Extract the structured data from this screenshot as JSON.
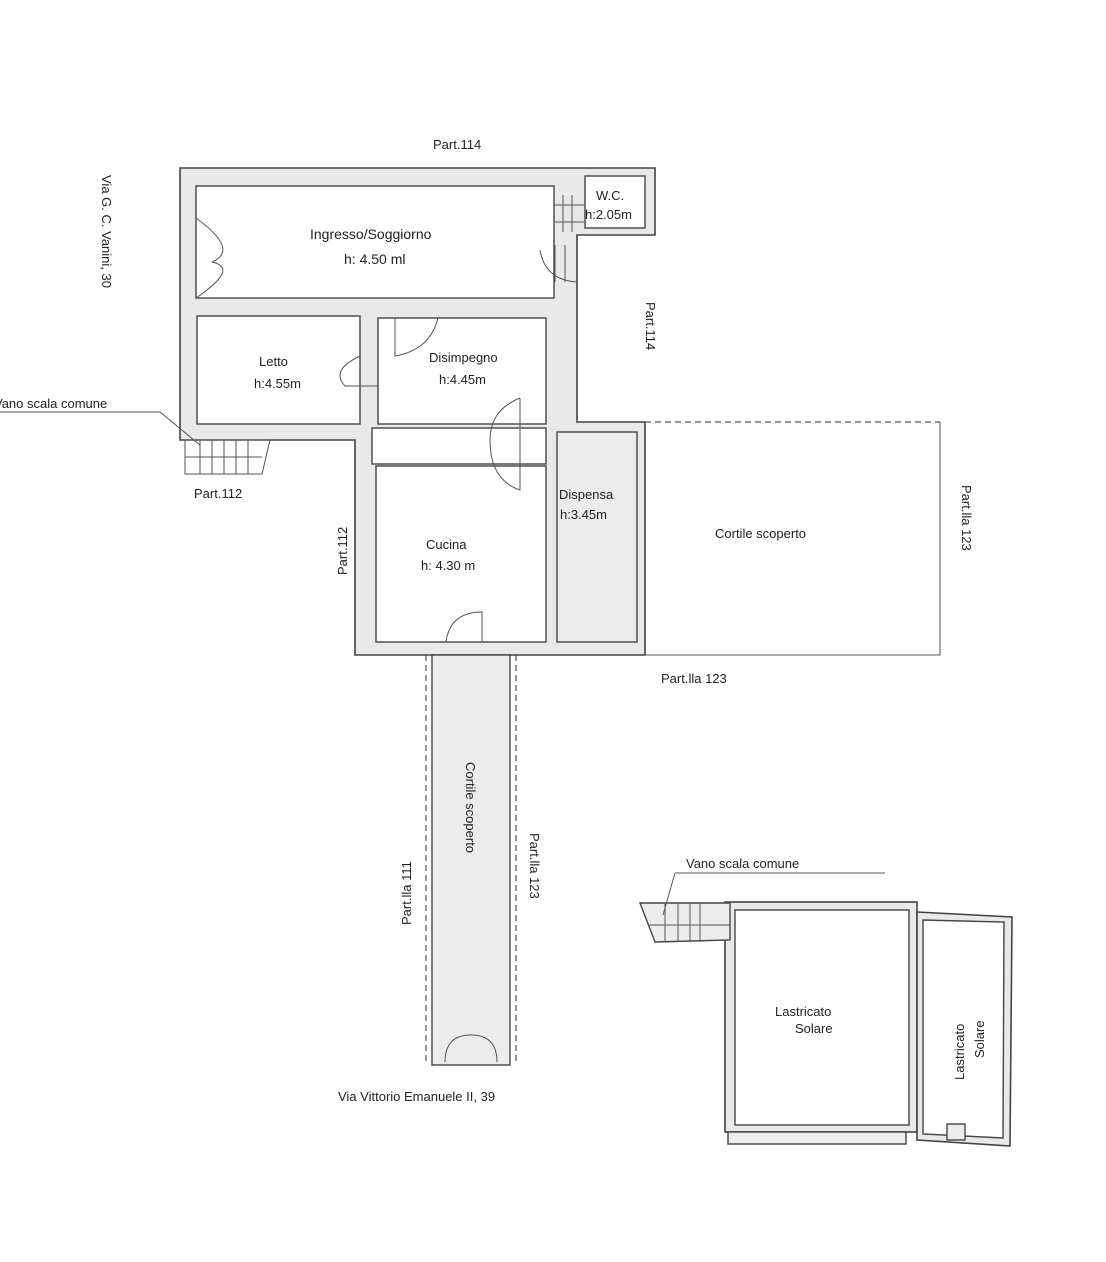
{
  "labels": {
    "part_114_top": "Part.114",
    "part_114_right": "Part.114",
    "street_left": "Via G. C. Vanini, 30",
    "stair_left": "Vano scala comune",
    "part_112_bottom": "Part.112",
    "part_112_side": "Part.112",
    "part_lla_123_right": "Part.lla 123",
    "part_lla_123_bottom": "Part.lla 123",
    "part_lla_111": "Part.lla 111",
    "part_lla_123_strip": "Part.lla 123",
    "street_bottom": "Via Vittorio Emanuele II, 39",
    "stair_roof": "Vano scala comune"
  },
  "rooms": {
    "ingresso": {
      "name": "Ingresso/Soggiorno",
      "height": "h: 4.50 ml"
    },
    "wc": {
      "name": "W.C.",
      "height": "h:2.05m"
    },
    "letto": {
      "name": "Letto",
      "height": "h:4.55m"
    },
    "disimpegno": {
      "name": "Disimpegno",
      "height": "h:4.45m"
    },
    "cucina": {
      "name": "Cucina",
      "height": "h: 4.30 m"
    },
    "dispensa": {
      "name": "Dispensa",
      "height": "h:3.45m"
    },
    "cortile_right": {
      "name": "Cortile scoperto"
    },
    "cortile_strip": {
      "name": "Cortile scoperto"
    },
    "lastricato_1": {
      "line1": "Lastricato",
      "line2": "Solare"
    },
    "lastricato_2": {
      "line1": "Lastricato",
      "line2": "Solare"
    }
  }
}
